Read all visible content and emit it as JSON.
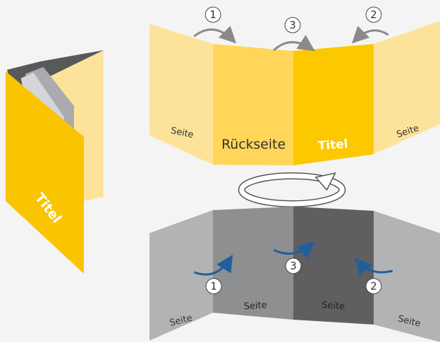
{
  "diagram": {
    "preview": {
      "cover_label": "Titel"
    },
    "outside": {
      "panels": [
        {
          "label": "Seite",
          "color": "#fde39a"
        },
        {
          "label": "Rückseite",
          "color": "#ffd55a"
        },
        {
          "label": "Titel",
          "color": "#fcc800"
        },
        {
          "label": "Seite",
          "color": "#fde39a"
        }
      ],
      "fold_steps": [
        "1",
        "3",
        "2"
      ]
    },
    "inside": {
      "panels": [
        {
          "label": "Seite",
          "color": "#b2b3b5"
        },
        {
          "label": "Seite",
          "color": "#8e8f91"
        },
        {
          "label": "Seite",
          "color": "#5f5f61"
        },
        {
          "label": "Seite",
          "color": "#b2b3b5"
        }
      ],
      "fold_steps": [
        "1",
        "3",
        "2"
      ]
    },
    "colors": {
      "yellow_cover": "#f9c400",
      "arrow_grey": "#8a8a8a",
      "arrow_blue": "#1f5f9e",
      "background": "#f4f4f4"
    }
  }
}
